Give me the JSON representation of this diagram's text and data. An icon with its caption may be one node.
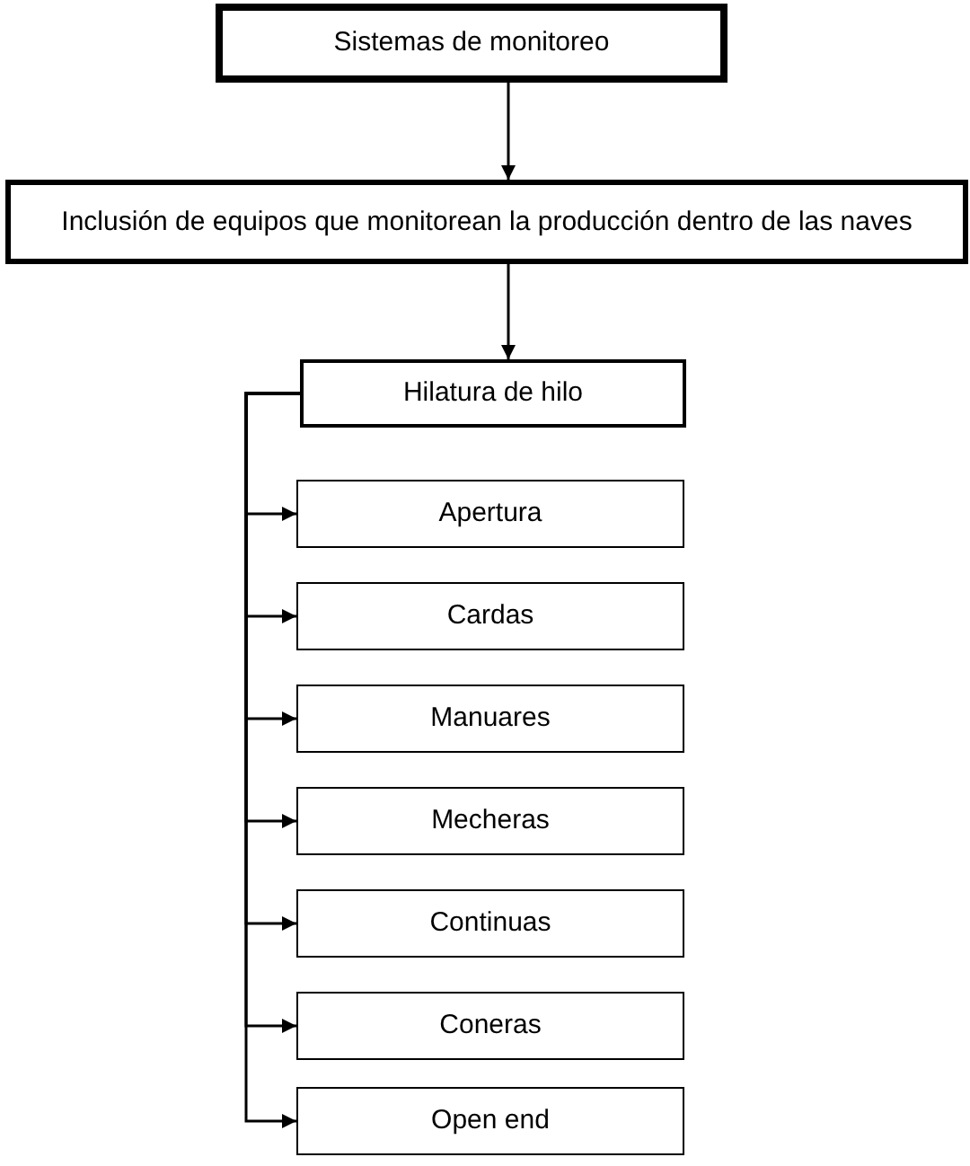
{
  "diagram": {
    "nodes": [
      {
        "text": [
          "Sistemas de monitoreo"
        ]
      },
      {
        "text": [
          "Inclusión de equipos que monitorean la producción dentro de las naves"
        ]
      },
      {
        "text": [
          "Hilatura de hilo"
        ]
      },
      {
        "text": [
          "Apertura"
        ]
      },
      {
        "text": [
          "Cardas"
        ]
      },
      {
        "text": [
          "Manuares"
        ]
      },
      {
        "text": [
          "Mecheras"
        ]
      },
      {
        "text": [
          "Continuas"
        ]
      },
      {
        "text": [
          "Coneras"
        ]
      },
      {
        "text": [
          "Open end"
        ]
      }
    ],
    "edges": [
      {
        "from": 0,
        "to": 1,
        "arrow": "to"
      },
      {
        "from": 1,
        "to": 2,
        "arrow": "to"
      },
      {
        "from": 2,
        "to": 3,
        "arrow": "to"
      },
      {
        "from": 2,
        "to": 4,
        "arrow": "to"
      },
      {
        "from": 2,
        "to": 5,
        "arrow": "to"
      },
      {
        "from": 2,
        "to": 6,
        "arrow": "to"
      },
      {
        "from": 2,
        "to": 7,
        "arrow": "to"
      },
      {
        "from": 2,
        "to": 8,
        "arrow": "to"
      },
      {
        "from": 2,
        "to": 9,
        "arrow": "to"
      }
    ]
  }
}
